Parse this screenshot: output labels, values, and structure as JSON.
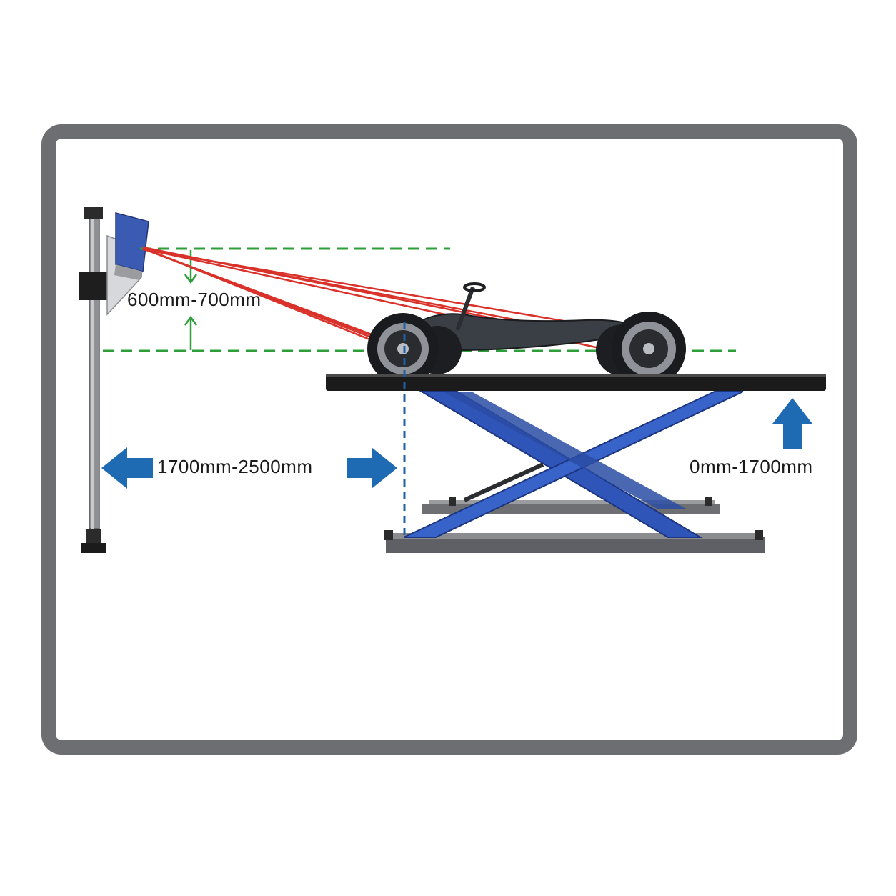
{
  "labels": {
    "target_height_range": "600mm-700mm",
    "distance_range": "1700mm-2500mm",
    "lift_height_range": "0mm-1700mm"
  },
  "colors": {
    "frame_border": "#6d6e71",
    "guide_line": "#2e9e3a",
    "laser_beam": "#d9322b",
    "lift_frame": "#2f55b8",
    "arrow_blue": "#1f6bb3",
    "platform": "#1b1b1b",
    "camera_head": "#3b5bb3"
  },
  "icons": {
    "distance_left": "arrow-left-icon",
    "distance_right": "arrow-right-icon",
    "lift_up": "arrow-up-icon",
    "height_down": "arrow-down-icon",
    "height_up": "arrow-up-icon"
  }
}
